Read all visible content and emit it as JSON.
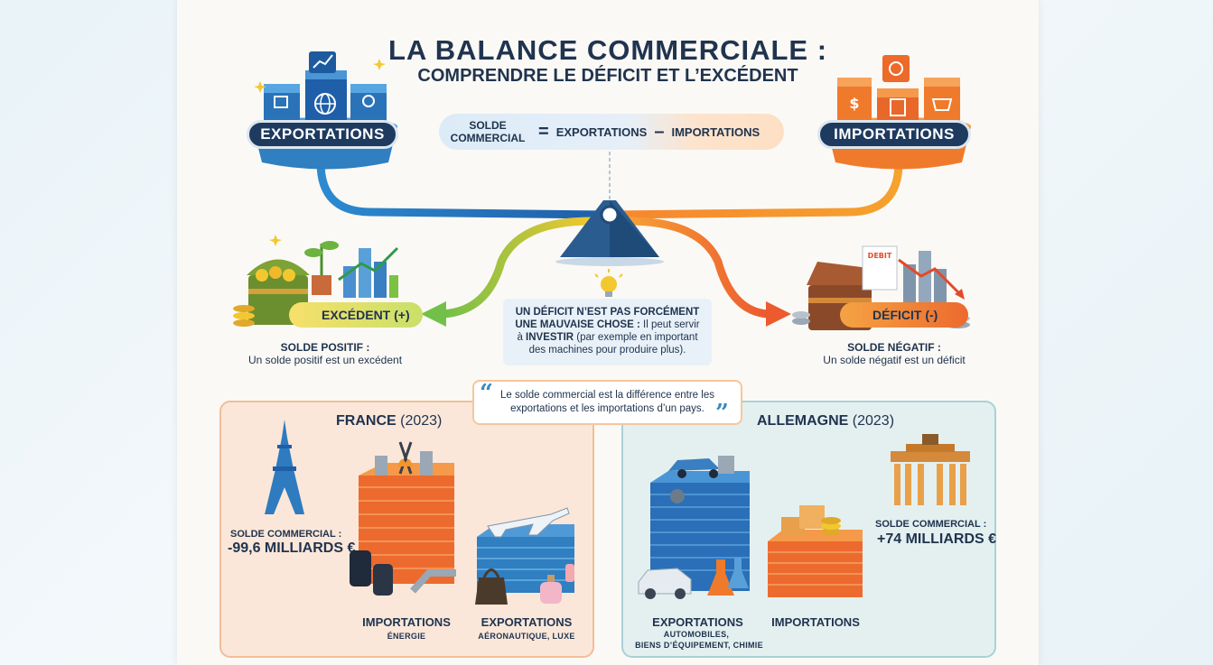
{
  "title": "LA BALANCE COMMERCIALE :",
  "subtitle": "COMPRENDRE LE DÉFICIT ET L’EXCÉDENT",
  "formula": {
    "left": "SOLDE COMMERCIAL",
    "equals": "=",
    "exportations": "EXPORTATIONS",
    "minus": "–",
    "importations": "IMPORTATIONS"
  },
  "exports_label": "EXPORTATIONS",
  "imports_label": "IMPORTATIONS",
  "excedent": {
    "label": "EXCÉDENT (+)",
    "heading": "SOLDE POSITIF :",
    "text": "Un solde positif est un excédent"
  },
  "deficit": {
    "label": "DÉFICIT (-)",
    "heading": "SOLDE NÉGATIF :",
    "text": "Un solde négatif est un déficit",
    "paper_label": "DEBIT"
  },
  "note": {
    "line1": "UN DÉFICIT N’EST PAS FORCÉMENT",
    "line2_bold": "UNE MAUVAISE CHOSE :",
    "line2_rest": " Il peut servir",
    "line3_a": "à ",
    "line3_bold": "INVESTIR",
    "line3_rest": " (par exemple en important",
    "line4": "des machines pour produire plus)."
  },
  "quote": {
    "text": "Le solde commercial est la différence entre les exportations et les importations d’un pays.",
    "open": "“",
    "close": "”"
  },
  "france": {
    "name": "FRANCE",
    "year": "(2023)",
    "solde_label": "SOLDE COMMERCIAL :",
    "solde_value": "-99,6 MILLIARDS €",
    "importations": "IMPORTATIONS",
    "importations_sub": "ÉNERGIE",
    "exportations": "EXPORTATIONS",
    "exportations_sub": "AÉRONAUTIQUE, LUXE"
  },
  "allemagne": {
    "name": "ALLEMAGNE",
    "year": "(2023)",
    "solde_label": "SOLDE COMMERCIAL :",
    "solde_value": "+74 MILLIARDS €",
    "exportations": "EXPORTATIONS",
    "exportations_sub1": "AUTOMOBILES,",
    "exportations_sub2": "BIENS D’ÉQUIPEMENT, CHIMIE",
    "importations": "IMPORTATIONS"
  },
  "colors": {
    "navy": "#20344f",
    "blue": "#2f7fc1",
    "orange": "#f07a2b",
    "green": "#7cc242",
    "red_orange": "#ea5a2a"
  }
}
